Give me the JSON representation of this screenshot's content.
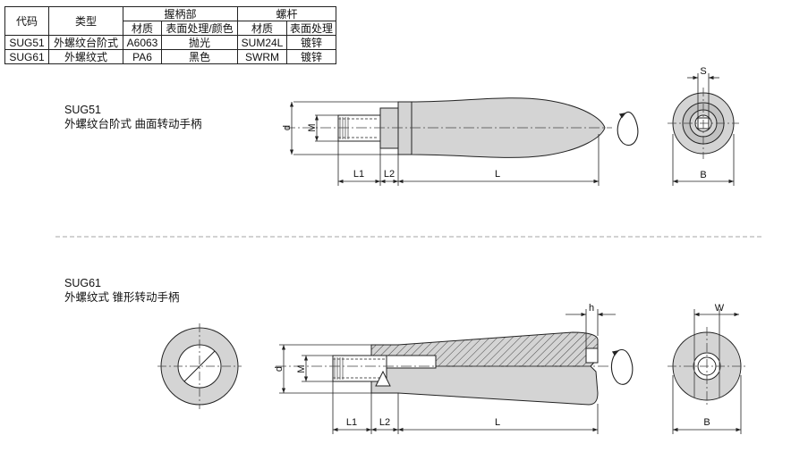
{
  "table": {
    "header": {
      "code": "代码",
      "type": "类型",
      "grip_group": "握柄部",
      "screw_group": "螺杆",
      "grip_material": "材质",
      "grip_finish": "表面处理/颜色",
      "screw_material": "材质",
      "screw_finish": "表面处理"
    },
    "rows": [
      {
        "code": "SUG51",
        "type": "外螺纹台阶式",
        "grip_material": "A6063",
        "grip_finish": "抛光",
        "screw_material": "SUM24L",
        "screw_finish": "镀锌"
      },
      {
        "code": "SUG61",
        "type": "外螺纹式",
        "grip_material": "PA6",
        "grip_finish": "黑色",
        "screw_material": "SWRM",
        "screw_finish": "镀锌"
      }
    ]
  },
  "products": [
    {
      "code": "SUG51",
      "desc": "外螺纹台阶式 曲面转动手柄",
      "dims": {
        "d": "d",
        "M": "M",
        "L1": "L1",
        "L2": "L2",
        "L": "L",
        "S": "S",
        "B": "B"
      }
    },
    {
      "code": "SUG61",
      "desc": "外螺纹式 锥形转动手柄",
      "dims": {
        "d": "d",
        "M": "M",
        "L1": "L1",
        "L2": "L2",
        "L": "L",
        "h": "h",
        "W": "W",
        "B": "B"
      }
    }
  ],
  "colors": {
    "line": "#222222",
    "fill": "#d4d4d4",
    "fill_dark": "#c2c2c2",
    "center": "#444444",
    "divider": "#888888"
  }
}
